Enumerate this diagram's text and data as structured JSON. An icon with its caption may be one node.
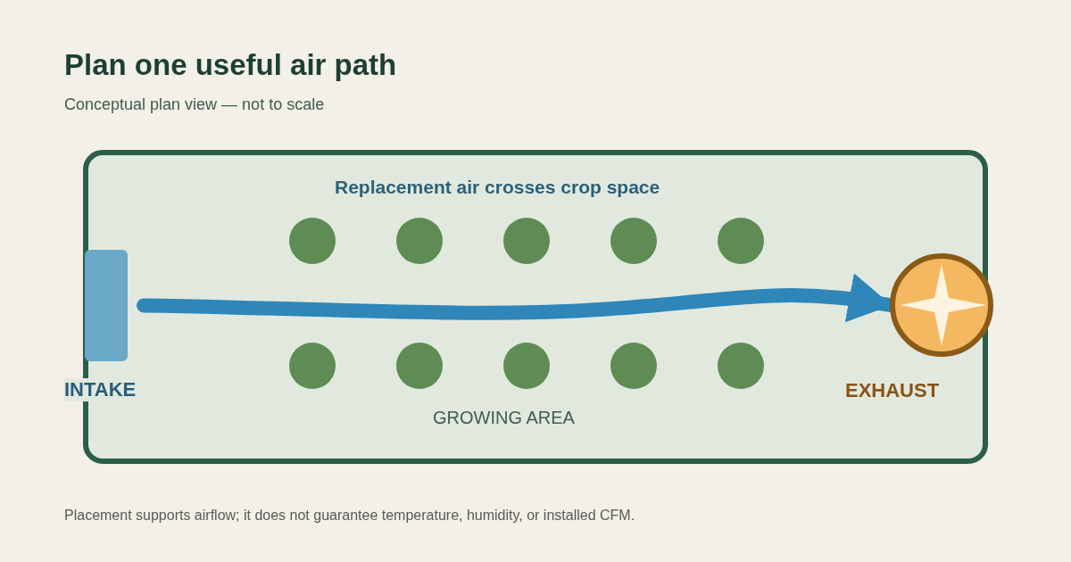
{
  "diagram": {
    "title": "Plan one useful air path",
    "nodes": [
      {
        "text": [
          "Replacement air crosses crop space",
          "GROWING AREA"
        ]
      },
      {
        "text": [
          "INTAKE"
        ],
        "in": 0
      },
      {
        "text": [
          "EXHAUST"
        ],
        "in": 0
      },
      {
        "text": [],
        "shape": "circle",
        "in": 0
      },
      {
        "text": [],
        "shape": "circle",
        "in": 0
      },
      {
        "text": [],
        "shape": "circle",
        "in": 0
      },
      {
        "text": [],
        "shape": "circle",
        "in": 0
      },
      {
        "text": [],
        "shape": "circle",
        "in": 0
      },
      {
        "text": [],
        "shape": "circle",
        "in": 0
      },
      {
        "text": [],
        "shape": "circle",
        "in": 0
      },
      {
        "text": [],
        "shape": "circle",
        "in": 0
      },
      {
        "text": [],
        "shape": "circle",
        "in": 0
      },
      {
        "text": [],
        "shape": "circle",
        "in": 0
      }
    ],
    "edges": [
      {
        "from": 1,
        "to": 2,
        "arrow": "to"
      }
    ],
    "labels": [
      "Conceptual plan view — not to scale",
      "Placement supports airflow; it does not guarantee temperature, humidity, or installed CFM."
    ]
  }
}
